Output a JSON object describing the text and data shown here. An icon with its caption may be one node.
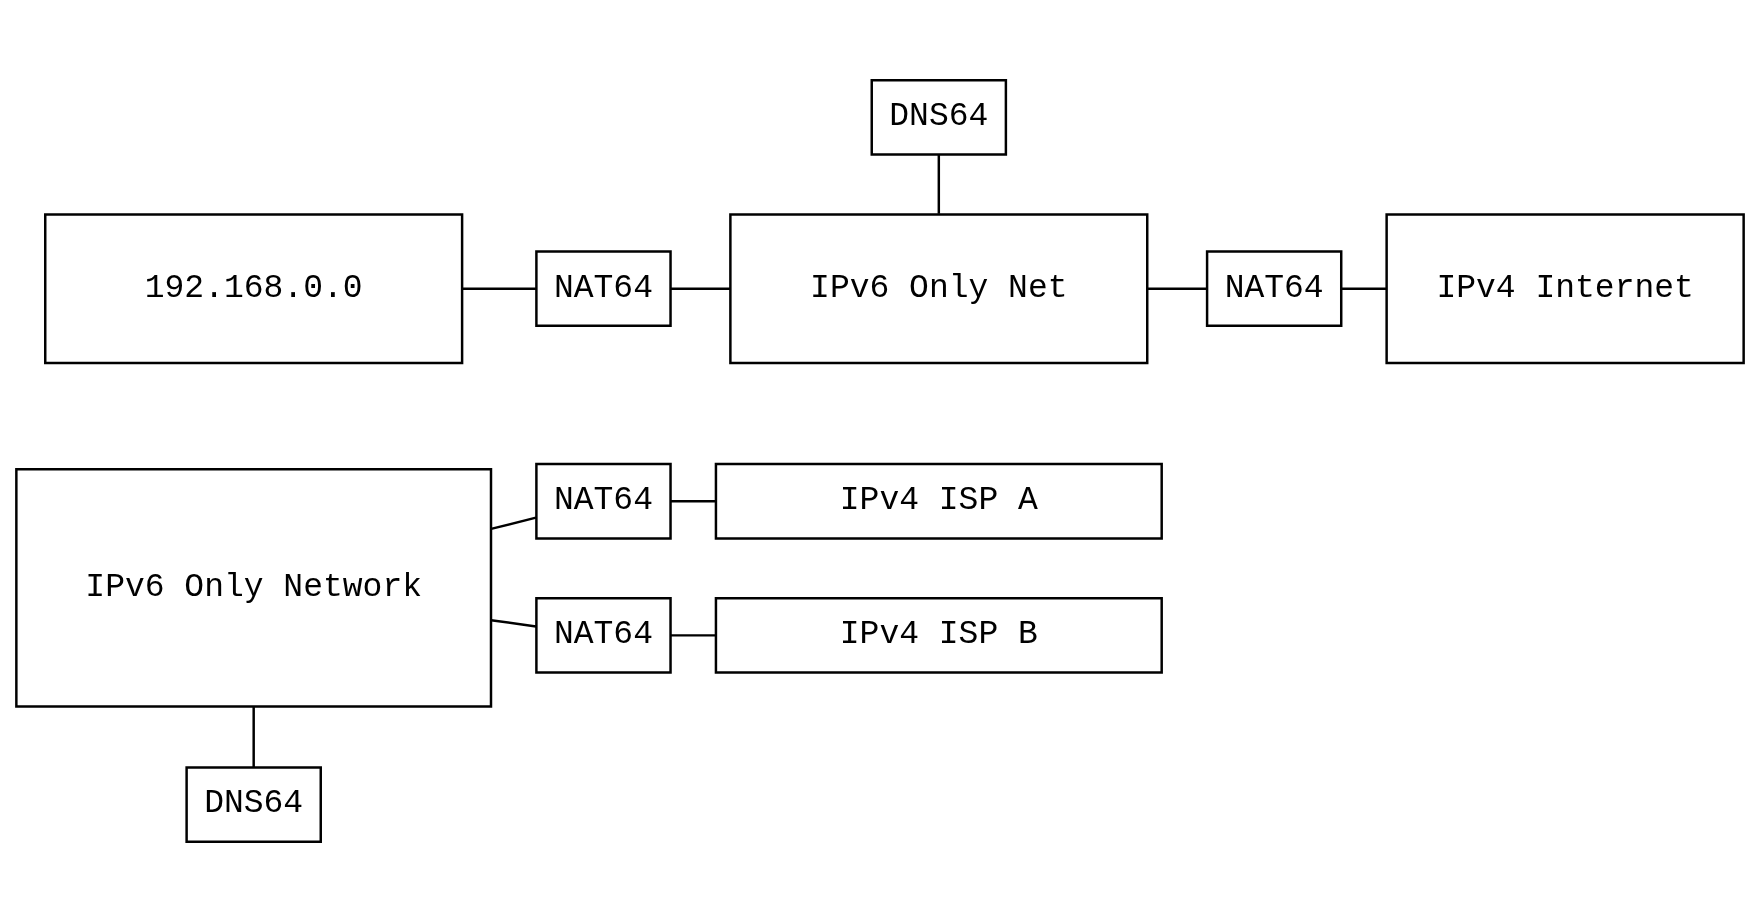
{
  "diagram": {
    "nodes": [
      {
        "text": [
          "IPv6 Only Network"
        ]
      },
      {
        "text": [
          "NAT64"
        ]
      },
      {
        "text": [
          "IPv4 ISP A"
        ]
      },
      {
        "text": [
          "NAT64"
        ]
      },
      {
        "text": [
          "IPv4 ISP B"
        ]
      },
      {
        "text": [
          "DNS64"
        ]
      },
      {
        "text": [
          "DNS64"
        ]
      },
      {
        "text": [
          "192.168.0.0"
        ]
      },
      {
        "text": [
          "NAT64"
        ]
      },
      {
        "text": [
          "IPv6 Only Net"
        ]
      },
      {
        "text": [
          "NAT64"
        ]
      },
      {
        "text": [
          "IPv4 Internet"
        ]
      }
    ],
    "edges": [
      {
        "from": 0,
        "to": 1,
        "arrow": "none"
      },
      {
        "from": 1,
        "to": 2,
        "arrow": "none"
      },
      {
        "from": 0,
        "to": 3,
        "arrow": "none"
      },
      {
        "from": 3,
        "to": 4,
        "arrow": "none"
      },
      {
        "from": 0,
        "to": 5,
        "arrow": "none"
      },
      {
        "from": 6,
        "to": 9,
        "arrow": "none"
      },
      {
        "from": 7,
        "to": 8,
        "arrow": "none"
      },
      {
        "from": 8,
        "to": 9,
        "arrow": "none"
      },
      {
        "from": 9,
        "to": 10,
        "arrow": "none"
      },
      {
        "from": 10,
        "to": 11,
        "arrow": "none"
      }
    ]
  }
}
